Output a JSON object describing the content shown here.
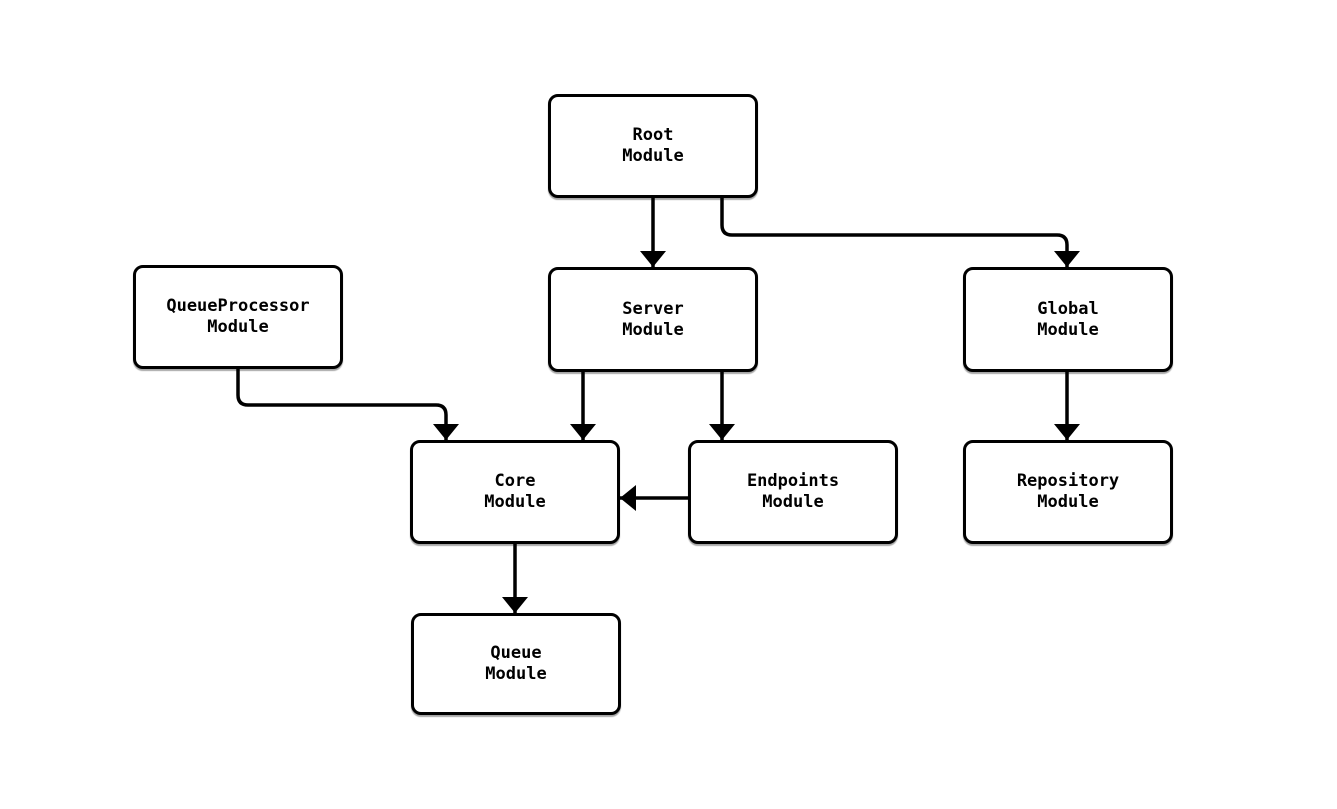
{
  "diagram": {
    "kind": "module-dependency-flowchart",
    "colors": {
      "stroke": "#000000",
      "node_fill": "#ffffff",
      "background": "#ffffff",
      "text": "#000000"
    },
    "nodes": [
      {
        "id": "root",
        "line1": "Root",
        "line2": "Module"
      },
      {
        "id": "server",
        "line1": "Server",
        "line2": "Module"
      },
      {
        "id": "global",
        "line1": "Global",
        "line2": "Module"
      },
      {
        "id": "queueprocessor",
        "line1": "QueueProcessor",
        "line2": "Module"
      },
      {
        "id": "core",
        "line1": "Core",
        "line2": "Module"
      },
      {
        "id": "endpoints",
        "line1": "Endpoints",
        "line2": "Module"
      },
      {
        "id": "repository",
        "line1": "Repository",
        "line2": "Module"
      },
      {
        "id": "queue",
        "line1": "Queue",
        "line2": "Module"
      }
    ],
    "edges": [
      {
        "from": "root",
        "to": "server"
      },
      {
        "from": "root",
        "to": "global"
      },
      {
        "from": "queueprocessor",
        "to": "core"
      },
      {
        "from": "server",
        "to": "core"
      },
      {
        "from": "server",
        "to": "endpoints"
      },
      {
        "from": "endpoints",
        "to": "core"
      },
      {
        "from": "global",
        "to": "repository"
      },
      {
        "from": "core",
        "to": "queue"
      }
    ]
  }
}
